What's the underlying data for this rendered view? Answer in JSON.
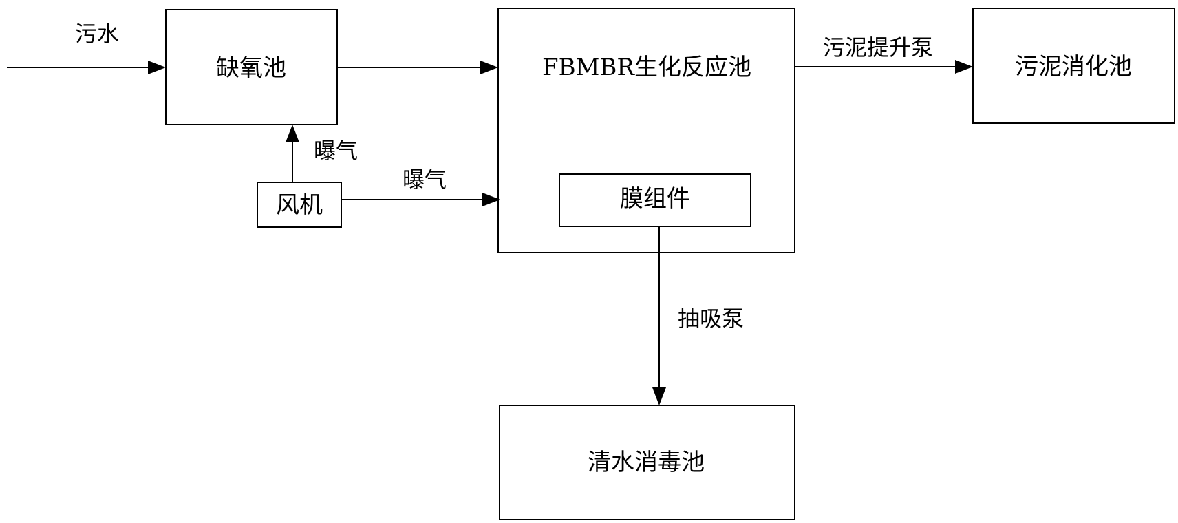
{
  "nodes": {
    "anoxic_tank": "缺氧池",
    "fbmbr_reactor": "FBMBR生化反应池",
    "membrane_module": "膜组件",
    "blower": "风机",
    "sludge_digestion_tank": "污泥消化池",
    "clean_water_disinfection_tank": "清水消毒池"
  },
  "edges": {
    "sewage_inlet": "污水",
    "aeration_to_anoxic": "曝气",
    "aeration_to_reactor": "曝气",
    "sludge_lift_pump": "污泥提升泵",
    "suction_pump": "抽吸泵"
  }
}
